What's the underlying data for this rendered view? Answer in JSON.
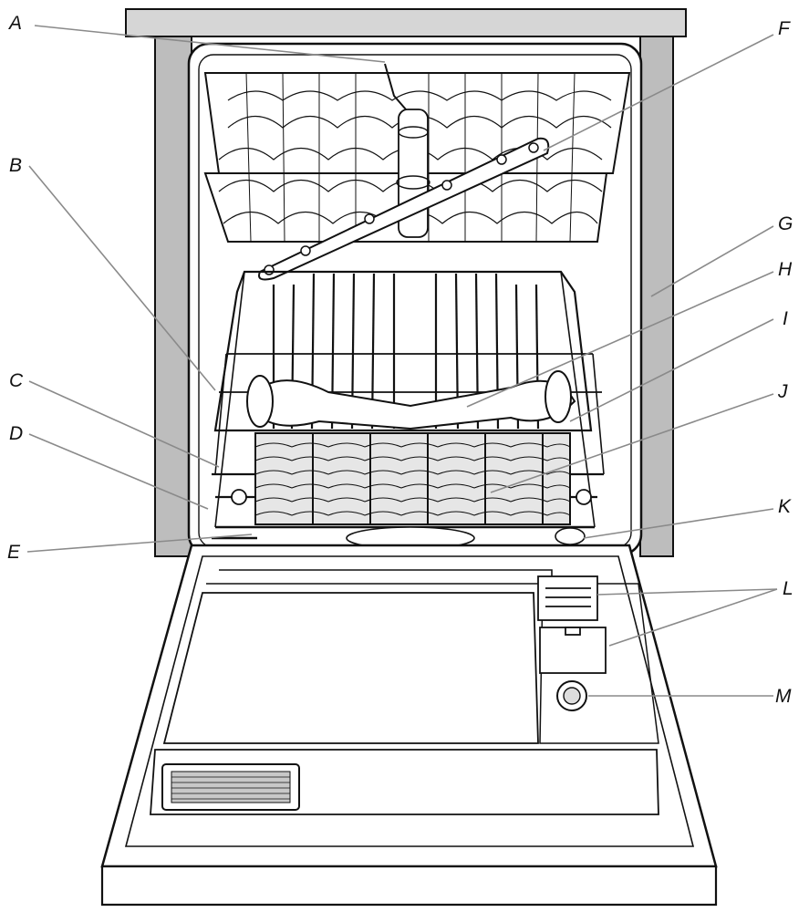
{
  "colors": {
    "line": "#111111",
    "wall": "#b9b9b9",
    "leader": "#8a8a8a",
    "filter": "#c8c8c8"
  },
  "callouts": [
    {
      "letter": "A",
      "part": "upper-spray-arm-feed"
    },
    {
      "letter": "B",
      "part": "lower-rack"
    },
    {
      "letter": "C",
      "part": "lower-rack-rollers"
    },
    {
      "letter": "D",
      "part": "lower-rack-rail"
    },
    {
      "letter": "E",
      "part": "door-gasket"
    },
    {
      "letter": "F",
      "part": "upper-spray-arm"
    },
    {
      "letter": "G",
      "part": "tub"
    },
    {
      "letter": "H",
      "part": "lower-spray-arm"
    },
    {
      "letter": "I",
      "part": "rack-bumper"
    },
    {
      "letter": "J",
      "part": "silverware-basket"
    },
    {
      "letter": "K",
      "part": "filter"
    },
    {
      "letter": "L",
      "part": "detergent-dispensers"
    },
    {
      "letter": "M",
      "part": "rinse-aid-dispenser"
    }
  ]
}
